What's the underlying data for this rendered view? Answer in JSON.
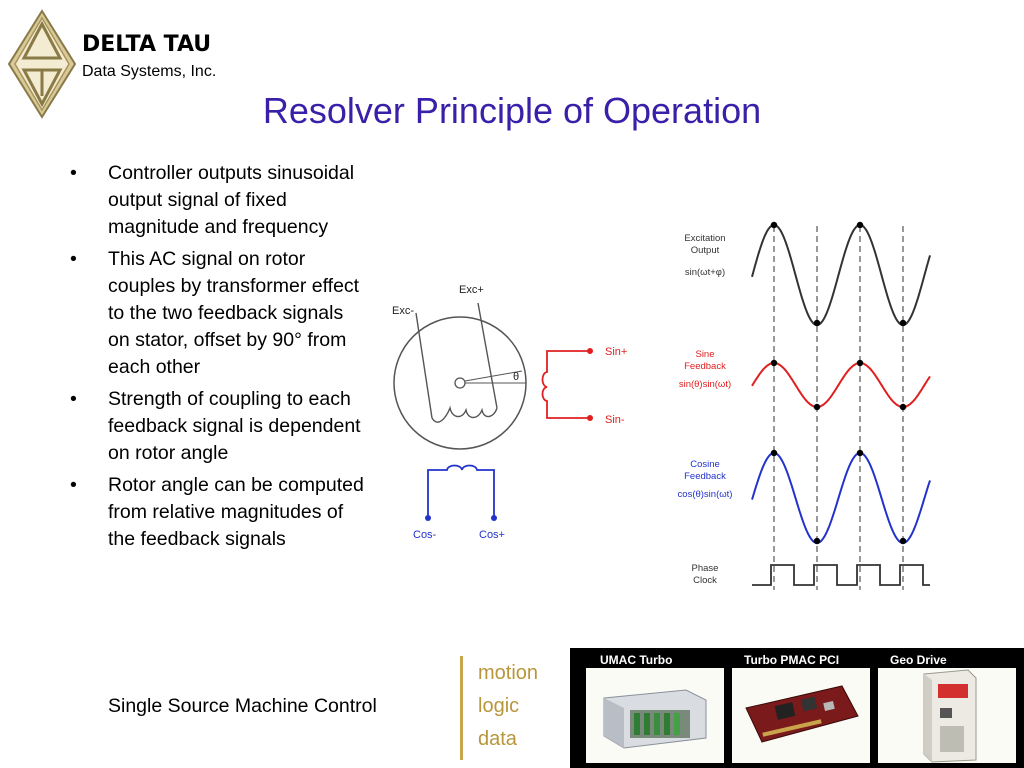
{
  "header": {
    "company_name": "DELTA TAU",
    "company_sub": "Data Systems, Inc.",
    "title": "Resolver Principle of Operation"
  },
  "bullets": [
    "Controller outputs sinusoidal output signal of fixed magnitude and frequency",
    "This AC signal on rotor couples by transformer effect to the two feedback signals on stator, offset by 90° from each other",
    "Strength of coupling to each feedback signal is dependent on rotor angle",
    "Rotor angle can be computed from relative magnitudes of the feedback signals"
  ],
  "resolver": {
    "exc_plus": "Exc+",
    "exc_minus": "Exc-",
    "theta": "θ",
    "sin_plus": "Sin+",
    "sin_minus": "Sin-",
    "cos_minus": "Cos-",
    "cos_plus": "Cos+"
  },
  "waveforms": {
    "excitation_label_1": "Excitation",
    "excitation_label_2": "Output",
    "excitation_formula": "sin(ωt+φ)",
    "sine_label_1": "Sine",
    "sine_label_2": "Feedback",
    "sine_formula": "sin(θ)sin(ωt)",
    "cosine_label_1": "Cosine",
    "cosine_label_2": "Feedback",
    "cosine_formula": "cos(θ)sin(ωt)",
    "clock_label_1": "Phase",
    "clock_label_2": "Clock"
  },
  "footer": {
    "tagline": "Single Source Machine Control",
    "motion": "motion",
    "logic": "logic",
    "data": "data"
  },
  "products": [
    "UMAC Turbo",
    "Turbo PMAC PCI",
    "Geo Drive"
  ],
  "colors": {
    "title": "#3a1fa8",
    "sine": "#e02020",
    "cosine": "#2233cc",
    "gold": "#c9a44a"
  }
}
